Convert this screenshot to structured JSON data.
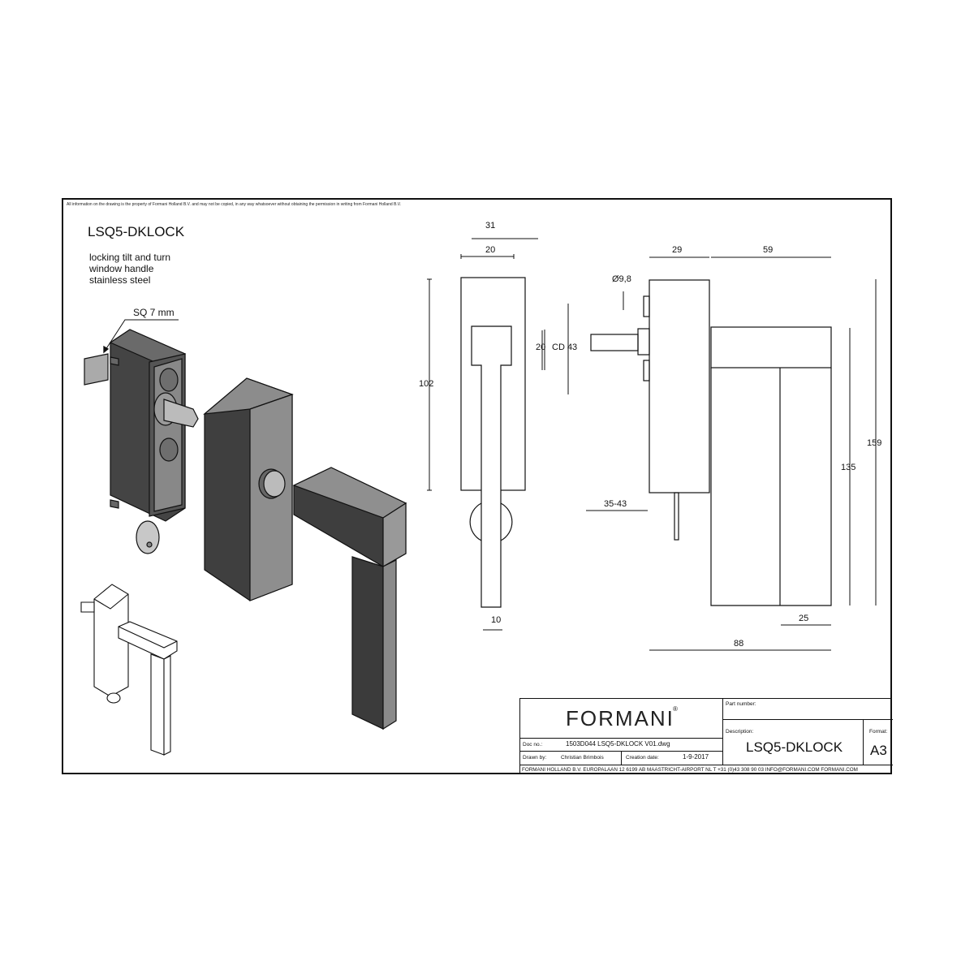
{
  "sheet": {
    "notice": "All information on the drawing is the property of Formani Holland B.V. and may not be copied, in any way whatsoever without obtaining the permission in writing from Formani Holland B.V.",
    "title": "LSQ5-DKLOCK",
    "description_lines": [
      "locking tilt and turn",
      "window handle",
      "stainless steel"
    ],
    "callout": "SQ 7 mm"
  },
  "front_view": {
    "dims": {
      "overall_width": "31",
      "inner_width": "20",
      "height": "102",
      "square": "20",
      "lever_width": "10"
    }
  },
  "side_view": {
    "dims": {
      "rose_depth": "29",
      "lever_length": "59",
      "spindle_dia": "Ø9,8",
      "spindle_pitch": "20",
      "center_distance": "CD 43",
      "spindle_range": "35-43",
      "overall_height": "159",
      "lever_height": "135",
      "lever_width": "25",
      "overall_depth": "88"
    }
  },
  "title_block": {
    "brand": "FORMANI",
    "brand_mark": "®",
    "part_number_label": "Part number:",
    "part_number": "",
    "description_label": "Description:",
    "description": "LSQ5-DKLOCK",
    "format_label": "Format:",
    "format": "A3",
    "doc_no_label": "Doc no.:",
    "doc_no": "1503D044 LSQ5-DKLOCK V01.dwg",
    "drawn_by_label": "Drawn by:",
    "drawn_by": "Christian Brimbois",
    "creation_date_label": "Creation date:",
    "creation_date": "1-9-2017",
    "footer": "FORMANI HOLLAND B.V.  EUROPALAAN 12  6199 AB MAASTRICHT-AIRPORT NL  T +31 (0)43 308 90 03 INFO@FORMANI.COM FORMANI.COM"
  }
}
